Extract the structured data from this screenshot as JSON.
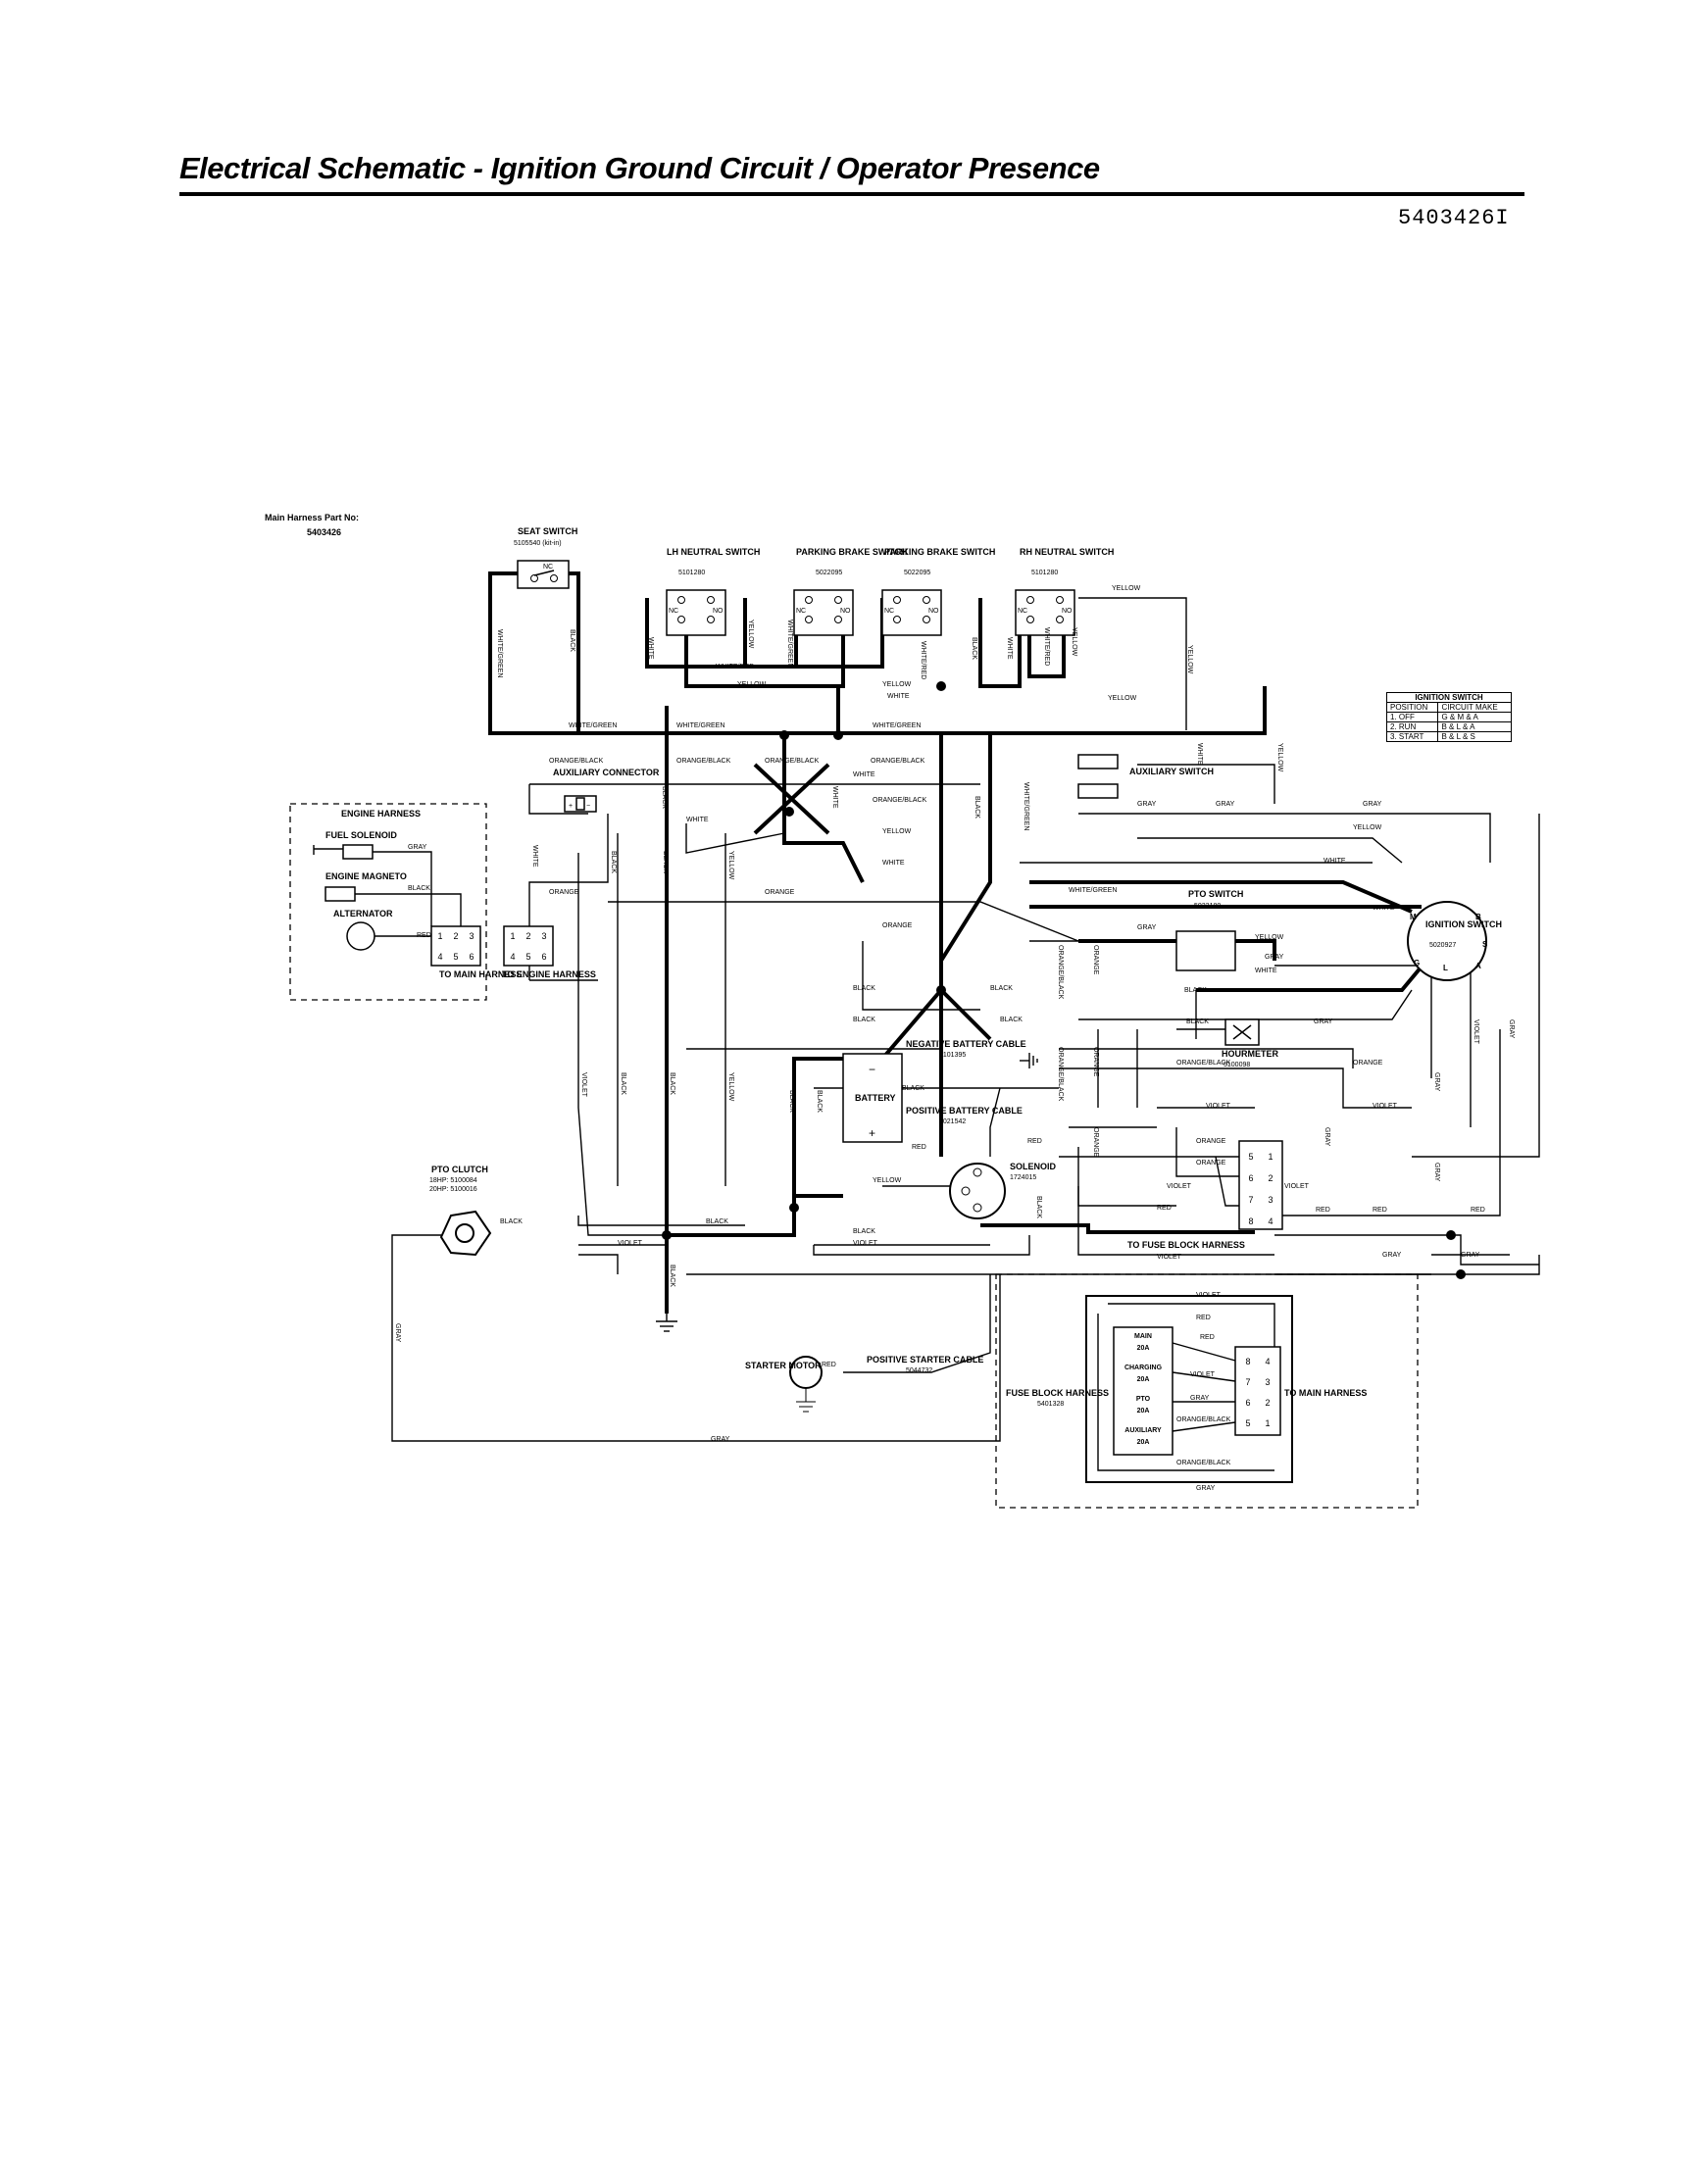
{
  "header": {
    "title": "Electrical Schematic - Ignition Ground Circuit / Operator Presence",
    "doc_number": "5403426I"
  },
  "harness": {
    "label": "Main Harness Part No:",
    "number": "5403426"
  },
  "components": {
    "seat_switch": {
      "name": "SEAT SWITCH",
      "part": "5105540 (kit-in)",
      "contact": "NC"
    },
    "lh_neutral": {
      "name": "LH NEUTRAL SWITCH",
      "part": "5101280",
      "contacts": [
        "NC",
        "NO"
      ]
    },
    "parking_brake_1": {
      "name": "PARKING BRAKE SWITCH",
      "part": "5022095",
      "contacts": [
        "NC",
        "NO"
      ]
    },
    "parking_brake_2": {
      "name": "PARKING BRAKE SWITCH",
      "part": "5022095",
      "contacts": [
        "NC",
        "NO"
      ]
    },
    "rh_neutral": {
      "name": "RH NEUTRAL SWITCH",
      "part": "5101280",
      "contacts": [
        "NC",
        "NO"
      ]
    },
    "auxiliary_connector": {
      "name": "AUXILIARY CONNECTOR",
      "plus": "+",
      "minus": "−"
    },
    "auxiliary_switch": {
      "name": "AUXILIARY SWITCH"
    },
    "engine_harness": {
      "title": "ENGINE HARNESS",
      "fuel_solenoid": "FUEL SOLENOID",
      "engine_magneto": "ENGINE MAGNETO",
      "alternator": "ALTERNATOR",
      "to_main": "TO MAIN HARNESS",
      "pins": [
        "1",
        "2",
        "3",
        "4",
        "5",
        "6"
      ]
    },
    "to_engine_harness": {
      "name": "TO ENGINE HARNESS",
      "pins": [
        "1",
        "2",
        "3",
        "4",
        "5",
        "6"
      ]
    },
    "pto_switch": {
      "name": "PTO SWITCH",
      "part": "5022180"
    },
    "ignition_switch": {
      "name": "IGNITION SWITCH",
      "part": "5020927",
      "terminals": [
        "M",
        "B",
        "S",
        "A",
        "L",
        "G"
      ]
    },
    "hourmeter": {
      "name": "HOURMETER",
      "part": "5100098"
    },
    "negative_battery_cable": {
      "name": "NEGATIVE BATTERY CABLE",
      "part": "5101395"
    },
    "battery": {
      "name": "BATTERY",
      "neg": "−",
      "pos": "+"
    },
    "positive_battery_cable": {
      "name": "POSITIVE BATTERY CABLE",
      "part": "5021542"
    },
    "solenoid": {
      "name": "SOLENOID",
      "part": "1724015"
    },
    "pto_clutch": {
      "name": "PTO CLUTCH",
      "part1": "18HP: 5100084",
      "part2": "20HP: 5100016"
    },
    "starter_motor": {
      "name": "STARTER MOTOR"
    },
    "positive_starter_cable": {
      "name": "POSITIVE STARTER CABLE",
      "part": "5044732"
    },
    "to_fuse_block": {
      "name": "TO FUSE BLOCK HARNESS",
      "pins": [
        "5",
        "1",
        "6",
        "2",
        "7",
        "3",
        "8",
        "4"
      ]
    },
    "fuse_block": {
      "name": "FUSE BLOCK HARNESS",
      "part": "5401328",
      "fuses": [
        {
          "label": "MAIN",
          "rating": "20A"
        },
        {
          "label": "CHARGING",
          "rating": "20A"
        },
        {
          "label": "PTO",
          "rating": "20A"
        },
        {
          "label": "AUXILIARY",
          "rating": "20A"
        }
      ],
      "to_main": "TO MAIN HARNESS",
      "pins": [
        "8",
        "4",
        "7",
        "3",
        "6",
        "2",
        "5",
        "1"
      ]
    }
  },
  "ignition_table": {
    "title": "IGNITION SWITCH",
    "headers": [
      "POSITION",
      "CIRCUIT MAKE"
    ],
    "rows": [
      [
        "1. OFF",
        "G & M & A"
      ],
      [
        "2. RUN",
        "B & L & A"
      ],
      [
        "3. START",
        "B & L & S"
      ]
    ]
  },
  "wires": {
    "white": "WHITE",
    "black": "BLACK",
    "yellow": "YELLOW",
    "white_green": "WHITE/GREEN",
    "white_red": "WHITE/RED",
    "orange_black": "ORANGE/BLACK",
    "orange": "ORANGE",
    "gray": "GRAY",
    "violet": "VIOLET",
    "red": "RED"
  }
}
